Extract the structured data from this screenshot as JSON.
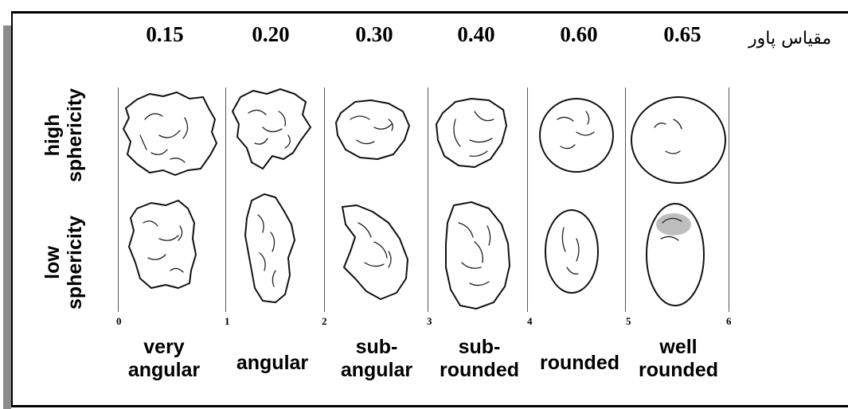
{
  "scale_label": "مقیاس پاور",
  "powers_values": [
    "0.15",
    "0.20",
    "0.30",
    "0.40",
    "0.60",
    "0.65"
  ],
  "row_labels": {
    "high": [
      "high",
      "sphericity"
    ],
    "low": [
      "low",
      "sphericity"
    ]
  },
  "tick_labels": [
    "0",
    "1",
    "2",
    "3",
    "4",
    "5",
    "6"
  ],
  "roundness_classes": [
    {
      "line1": "very",
      "line2": "angular"
    },
    {
      "line1": "angular",
      "line2": ""
    },
    {
      "line1": "sub-",
      "line2": "angular"
    },
    {
      "line1": "sub-",
      "line2": "rounded"
    },
    {
      "line1": "rounded",
      "line2": ""
    },
    {
      "line1": "well",
      "line2": "rounded"
    }
  ]
}
